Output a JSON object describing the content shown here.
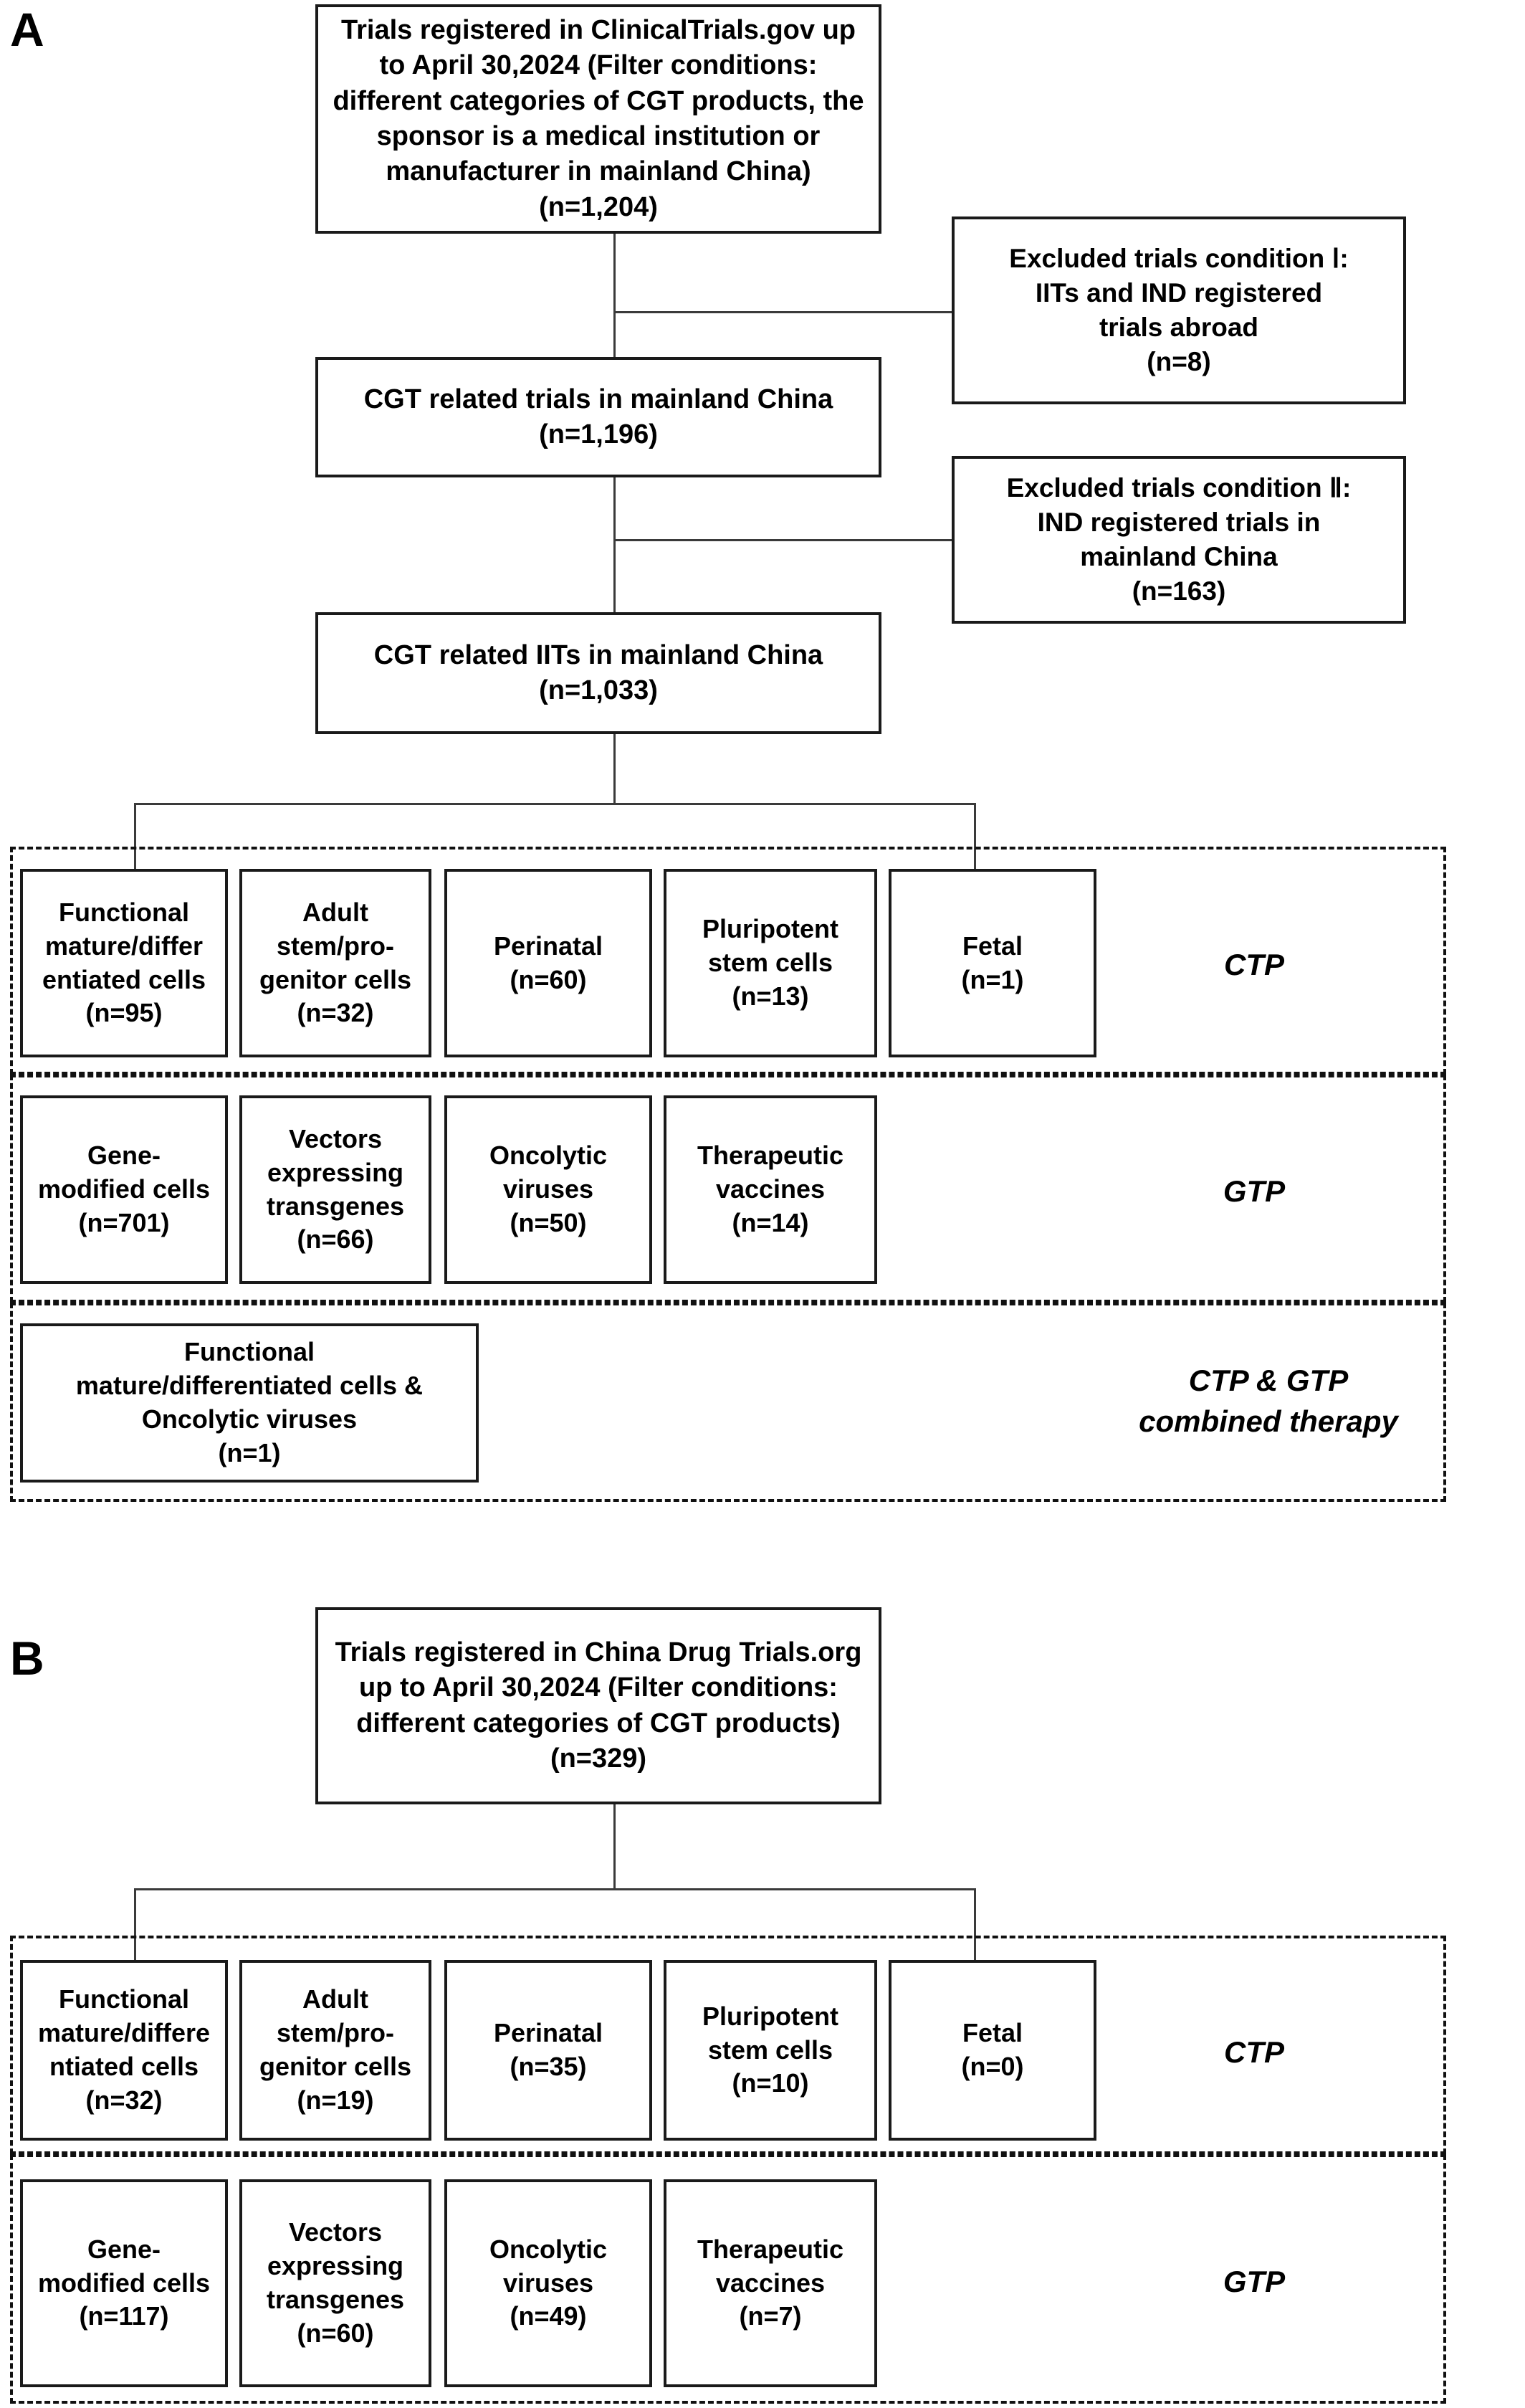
{
  "figure": {
    "panels": [
      {
        "letter": "A",
        "source_box": {
          "text": "Trials registered in ClinicalTrials.gov up to April 30,2024 (Filter conditions: different categories of CGT products, the sponsor is a medical institution or manufacturer in mainland China)\n(n=1,204)",
          "n": "1,204"
        },
        "excluded": [
          {
            "text": "Excluded trials condition Ⅰ:\nIITs and IND registered\ntrials abroad\n(n=8)",
            "n": "8"
          },
          {
            "text": "Excluded trials condition Ⅱ:\nIND registered trials in\nmainland China\n(n=163)",
            "n": "163"
          }
        ],
        "stage_boxes": [
          {
            "text": "CGT related trials in mainland China\n(n=1,196)",
            "n": "1,196"
          },
          {
            "text": "CGT related IITs in mainland China\n(n=1,033)",
            "n": "1,033"
          }
        ],
        "groups": [
          {
            "label": "CTP",
            "items": [
              {
                "text": "Functional\nmature/differ\nentiated cells\n(n=95)",
                "n": "95"
              },
              {
                "text": "Adult\nstem/pro-\ngenitor cells\n(n=32)",
                "n": "32"
              },
              {
                "text": "Perinatal\n(n=60)",
                "n": "60"
              },
              {
                "text": "Pluripotent\nstem cells\n(n=13)",
                "n": "13"
              },
              {
                "text": "Fetal\n(n=1)",
                "n": "1"
              }
            ]
          },
          {
            "label": "GTP",
            "items": [
              {
                "text": "Gene-\nmodified cells\n(n=701)",
                "n": "701"
              },
              {
                "text": "Vectors\nexpressing\ntransgenes\n(n=66)",
                "n": "66"
              },
              {
                "text": "Oncolytic\nviruses\n(n=50)",
                "n": "50"
              },
              {
                "text": "Therapeutic\nvaccines\n(n=14)",
                "n": "14"
              }
            ]
          },
          {
            "label": "CTP & GTP\ncombined therapy",
            "items": [
              {
                "text": "Functional\nmature/differentiated cells &\nOncolytic viruses\n(n=1)",
                "n": "1"
              }
            ]
          }
        ]
      },
      {
        "letter": "B",
        "source_box": {
          "text": "Trials registered in China Drug Trials.org up to April 30,2024 (Filter conditions: different categories of CGT products)\n(n=329)",
          "n": "329"
        },
        "groups": [
          {
            "label": "CTP",
            "items": [
              {
                "text": "Functional\nmature/differe\nntiated cells\n(n=32)",
                "n": "32"
              },
              {
                "text": "Adult\nstem/pro-\ngenitor cells\n(n=19)",
                "n": "19"
              },
              {
                "text": "Perinatal\n(n=35)",
                "n": "35"
              },
              {
                "text": "Pluripotent\nstem cells\n(n=10)",
                "n": "10"
              },
              {
                "text": "Fetal\n(n=0)",
                "n": "0"
              }
            ]
          },
          {
            "label": "GTP",
            "items": [
              {
                "text": "Gene-\nmodified cells\n(n=117)",
                "n": "117"
              },
              {
                "text": "Vectors\nexpressing\ntransgenes\n(n=60)",
                "n": "60"
              },
              {
                "text": "Oncolytic\nviruses\n(n=49)",
                "n": "49"
              },
              {
                "text": "Therapeutic\nvaccines\n(n=7)",
                "n": "7"
              }
            ]
          }
        ]
      }
    ],
    "colors": {
      "box_border": "#1a1a1a",
      "connector": "#3a3a3a",
      "dashed_border": "#111111",
      "background": "#ffffff",
      "text": "#000000"
    }
  }
}
